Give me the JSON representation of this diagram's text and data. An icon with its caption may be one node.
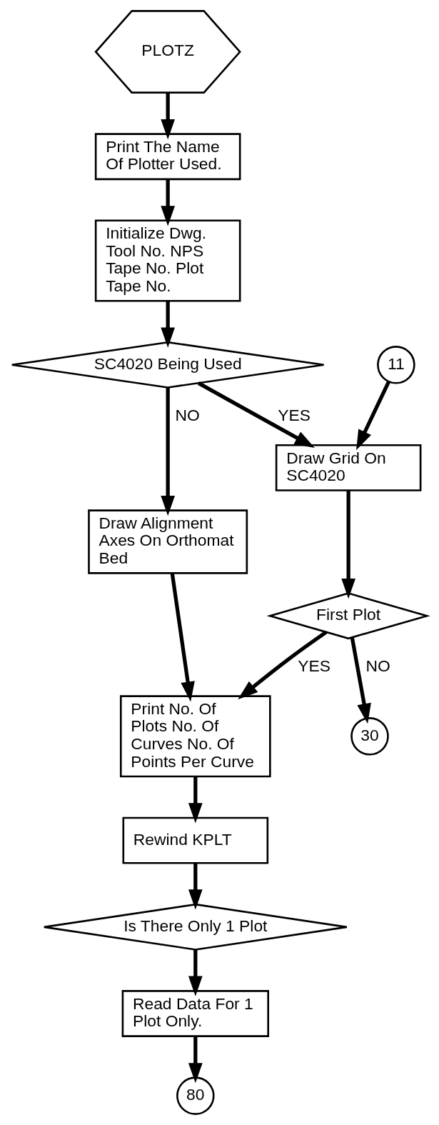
{
  "diagram": {
    "nodes": [
      {
        "text": [
          "PLOTZ"
        ]
      },
      {
        "text": [
          "Print The Name Of Plotter Used."
        ]
      },
      {
        "text": [
          "Initialize Dwg. Tool No. NPS Tape No. Plot Tape No."
        ]
      },
      {
        "text": [
          "SC4020 Being Used"
        ]
      },
      {
        "text": [
          "Draw Alignment Axes On Orthomat Bed"
        ]
      },
      {
        "text": [
          "11"
        ]
      },
      {
        "text": [
          "Draw Grid On SC4020"
        ]
      },
      {
        "text": [
          "First Plot"
        ]
      },
      {
        "text": [
          "Print No. Of Plots No. Of Curves No. Of Points Per Curve"
        ]
      },
      {
        "text": [
          "30"
        ]
      },
      {
        "text": [
          "Rewind KPLT"
        ]
      },
      {
        "text": [
          "Is There Only 1 Plot"
        ]
      },
      {
        "text": [
          "Read Data For 1 Plot Only."
        ]
      },
      {
        "text": [
          "80"
        ]
      }
    ],
    "edges": [
      {
        "from": 0,
        "to": 1,
        "arrow": "to"
      },
      {
        "from": 1,
        "to": 2,
        "arrow": "to"
      },
      {
        "from": 2,
        "to": 3,
        "arrow": "to"
      },
      {
        "from": 3,
        "to": 4,
        "arrow": "to",
        "label": "NO"
      },
      {
        "from": 3,
        "to": 6,
        "arrow": "to",
        "label": "YES"
      },
      {
        "from": 5,
        "to": 6,
        "arrow": "to"
      },
      {
        "from": 4,
        "to": 8,
        "arrow": "to"
      },
      {
        "from": 6,
        "to": 7,
        "arrow": "to"
      },
      {
        "from": 7,
        "to": 8,
        "arrow": "to",
        "label": "YES"
      },
      {
        "from": 7,
        "to": 9,
        "arrow": "to",
        "label": "NO"
      },
      {
        "from": 8,
        "to": 10,
        "arrow": "to"
      },
      {
        "from": 10,
        "to": 11,
        "arrow": "to"
      },
      {
        "from": 11,
        "to": 12,
        "arrow": "to"
      },
      {
        "from": 12,
        "to": 13,
        "arrow": "to"
      }
    ]
  }
}
